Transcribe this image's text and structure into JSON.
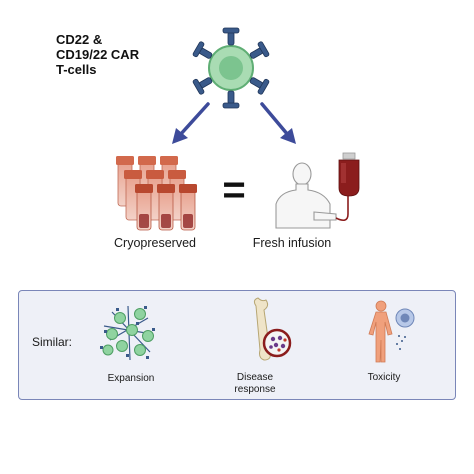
{
  "title": {
    "line1": "CD22 &",
    "line2": "CD19/22 CAR",
    "line3": "T-cells"
  },
  "left_branch": {
    "label": "Cryopreserved",
    "icon": "cryovials-icon"
  },
  "equals_symbol": "=",
  "right_branch": {
    "label": "Fresh infusion",
    "icon": "patient-iv-bag-icon"
  },
  "panel": {
    "heading": "Similar:",
    "items": [
      {
        "label": "Expansion",
        "icon": "cell-expansion-icon"
      },
      {
        "label_line1": "Disease",
        "label_line2": "response",
        "icon": "bone-marrow-icon"
      },
      {
        "label": "Toxicity",
        "icon": "body-toxicity-icon"
      }
    ]
  },
  "colors": {
    "arrow": "#3d4b9a",
    "cell_green": "#8fd3a0",
    "receptor_blue": "#3a5a8a",
    "vial_red": "#c95b3f",
    "blood_red": "#8b1d1d",
    "panel_border": "#7a86b8",
    "panel_bg": "#eef0f7"
  }
}
